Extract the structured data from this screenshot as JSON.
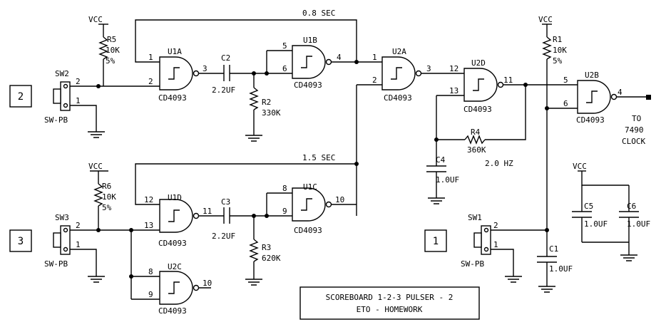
{
  "net": {
    "vcc": "VCC",
    "label_0_8_sec": "0.8 SEC",
    "label_1_5_sec": "1.5 SEC",
    "label_2_hz": "2.0 HZ",
    "output_to": "TO",
    "output_chip": "7490",
    "output_clock": "CLOCK"
  },
  "buttons": {
    "b2": "2",
    "b3": "3",
    "b1": "1"
  },
  "switches": {
    "sw2": "SW2",
    "sw3": "SW3",
    "sw1": "SW1",
    "type": "SW-PB",
    "pin1": "1",
    "pin2": "2"
  },
  "resistors": {
    "r5": {
      "ref": "R5",
      "value": "10K",
      "tol": "5%"
    },
    "r6": {
      "ref": "R6",
      "value": "10K",
      "tol": "5%"
    },
    "r1": {
      "ref": "R1",
      "value": "10K",
      "tol": "5%"
    },
    "r2": {
      "ref": "R2",
      "value": "330K"
    },
    "r3": {
      "ref": "R3",
      "value": "620K"
    },
    "r4": {
      "ref": "R4",
      "value": "360K"
    }
  },
  "capacitors": {
    "c2": {
      "ref": "C2",
      "value": "2.2UF"
    },
    "c3": {
      "ref": "C3",
      "value": "2.2UF"
    },
    "c4": {
      "ref": "C4",
      "value": "1.0UF"
    },
    "c1": {
      "ref": "C1",
      "value": "1.0UF"
    },
    "c5": {
      "ref": "C5",
      "value": "1.0UF"
    },
    "c6": {
      "ref": "C6",
      "value": "1.0UF"
    }
  },
  "gates": {
    "part": "CD4093",
    "u1a": {
      "ref": "U1A",
      "in1": "1",
      "in2": "2",
      "out": "3"
    },
    "u1b": {
      "ref": "U1B",
      "in1": "5",
      "in2": "6",
      "out": "4"
    },
    "u2a": {
      "ref": "U2A",
      "in1": "1",
      "in2": "2",
      "out": "3"
    },
    "u2d": {
      "ref": "U2D",
      "in1": "12",
      "in2": "13",
      "out": "11"
    },
    "u2b": {
      "ref": "U2B",
      "in1": "5",
      "in2": "6",
      "out": "4"
    },
    "u1d": {
      "ref": "U1D",
      "in1": "12",
      "in2": "13",
      "out": "11"
    },
    "u1c": {
      "ref": "U1C",
      "in1": "8",
      "in2": "9",
      "out": "10"
    },
    "u2c": {
      "ref": "U2C",
      "in1": "8",
      "in2": "9",
      "out": "10"
    }
  },
  "title_block": {
    "line1": "SCOREBOARD 1-2-3 PULSER - 2",
    "line2": "ETO - HOMEWORK"
  }
}
